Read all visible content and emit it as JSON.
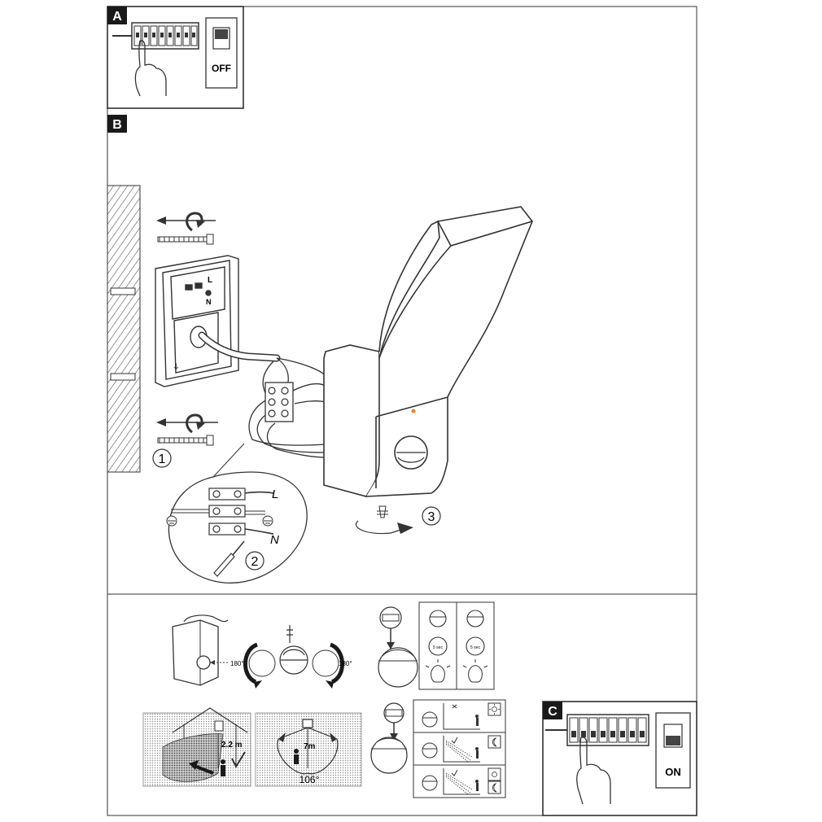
{
  "panels": {
    "a": {
      "label": "A",
      "switch_state": "OFF"
    },
    "b": {
      "label": "B"
    },
    "c": {
      "label": "C",
      "switch_state": "ON"
    }
  },
  "wiring": {
    "terminals": {
      "live": "L",
      "neutral": "N"
    },
    "steps": [
      "1",
      "2",
      "3"
    ]
  },
  "sensor_rotation": {
    "left_angle": "180°",
    "right_angle": "180°"
  },
  "timer": {
    "time_label": "5 sec"
  },
  "mounting": {
    "height": "2.2 m"
  },
  "detection": {
    "range": "7m",
    "angle": "106°"
  }
}
